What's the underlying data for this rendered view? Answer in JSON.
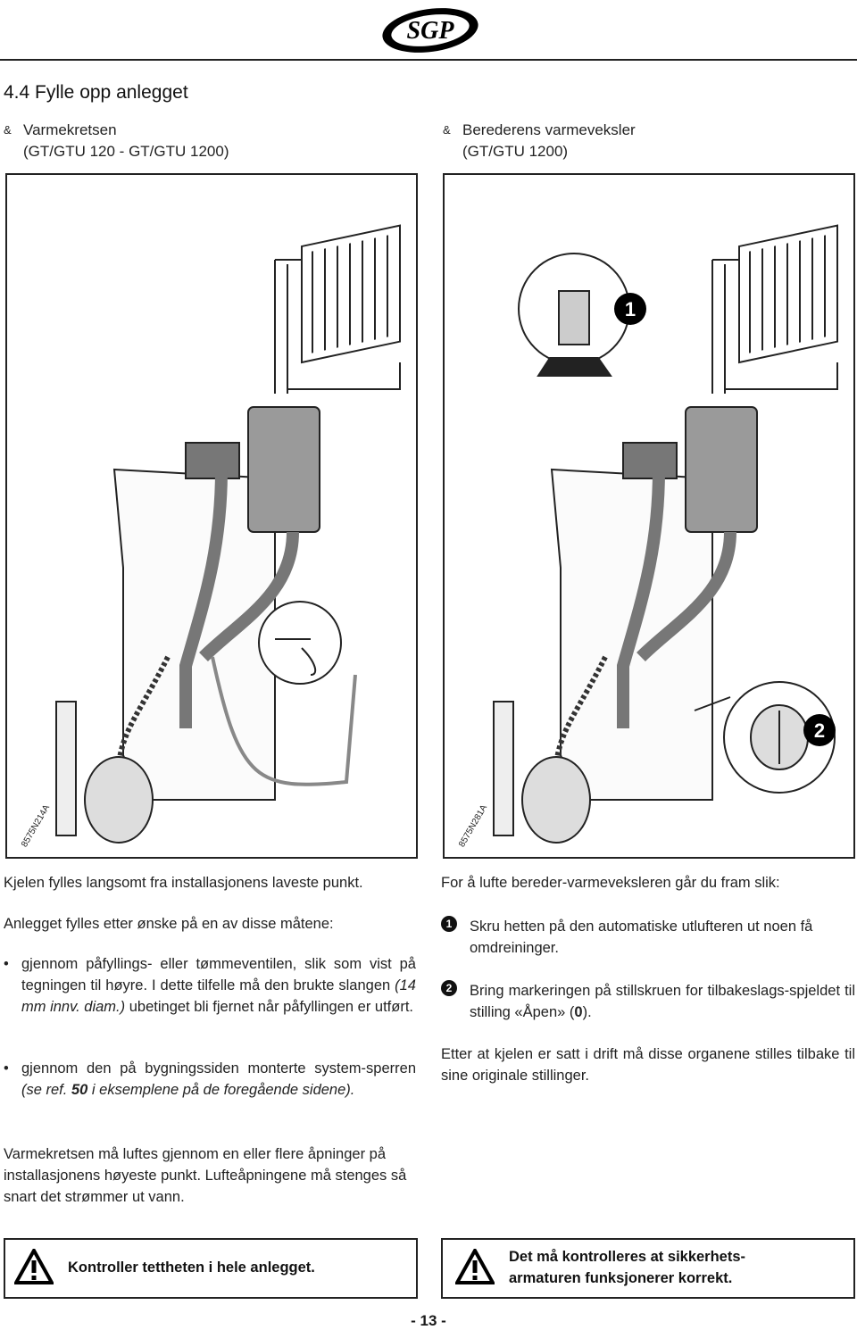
{
  "header": {
    "logo_text": "SGP"
  },
  "section": {
    "title": "4.4 Fylle opp anlegget"
  },
  "left_heading": {
    "bullet": "&",
    "line1": "Varmekretsen",
    "line2": "(GT/GTU 120 - GT/GTU 1200)"
  },
  "right_heading": {
    "bullet": "&",
    "line1": "Berederens varmeveksler",
    "line2": "(GT/GTU 1200)"
  },
  "figures": {
    "left_ref": "8575N214A",
    "right_ref": "8575N281A",
    "callout_1": "1",
    "callout_2": "2"
  },
  "left_text": {
    "p1": "Kjelen fylles langsomt fra installasjonens laveste punkt.",
    "p2": "Anlegget fylles etter ønske på en av disse måtene:",
    "bullet1_a": "gjennom påfyllings- eller tømmeventilen, slik som vist på tegningen til høyre. I dette tilfelle må den brukte slangen",
    "bullet1_i": "(14 mm innv. diam.)",
    "bullet1_b": "ubetinget bli fjernet når påfyllingen er utført.",
    "bullet2_a": "gjennom den på bygningssiden monterte system-sperren",
    "bullet2_i1": "(se ref.",
    "bullet2_bold": "50",
    "bullet2_i2": "i eksemplene på de foregående sidene).",
    "p3": "Varmekretsen må luftes gjennom en eller flere åpninger på installasjonens høyeste punkt. Lufteåpningene må stenges så snart det strømmer ut vann."
  },
  "right_text": {
    "p1": "For å lufte bereder-varmeveksleren går du fram slik:",
    "step1_num": "1",
    "step1": "Skru hetten på den automatiske utlufteren ut noen få omdreininger.",
    "step2_num": "2",
    "step2_a": "Bring markeringen på stillskruen for tilbakeslags-spjeldet til stilling «Åpen» (",
    "step2_bold": "0",
    "step2_b": ").",
    "p2": "Etter at kjelen er satt i drift må disse organene stilles tilbake til sine originale stillinger."
  },
  "warnings": {
    "left": "Kontroller tettheten i hele anlegget.",
    "right_line1": "Det må kontrolleres at sikkerhets-",
    "right_line2": "armaturen funksjonerer korrekt."
  },
  "footer": {
    "page_number": "- 13 -"
  }
}
